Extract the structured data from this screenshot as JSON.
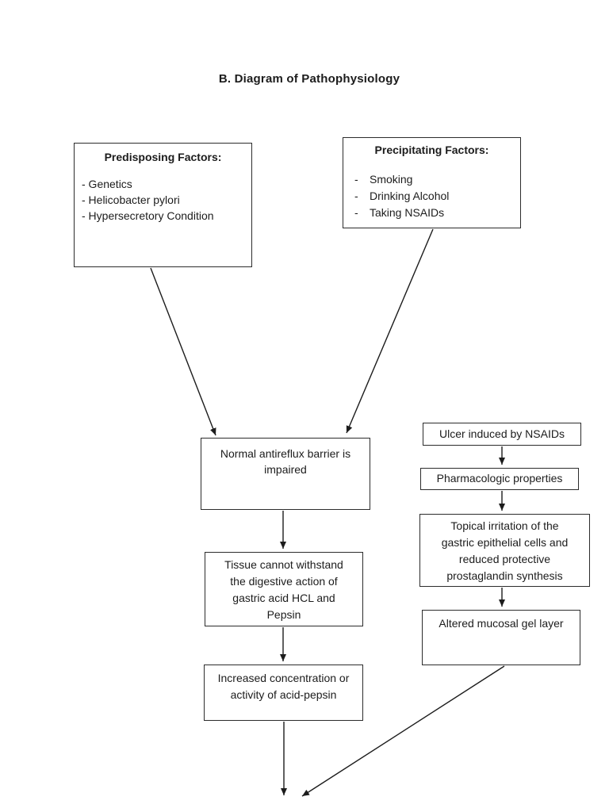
{
  "page": {
    "title": "B. Diagram of Pathophysiology"
  },
  "boxes": {
    "predisposing": {
      "heading": "Predisposing Factors:",
      "items": [
        "- Genetics",
        "- Helicobacter pylori",
        "- Hypersecretory Condition"
      ]
    },
    "precipitating": {
      "heading": "Precipitating Factors:",
      "dash": "-",
      "items": [
        "Smoking",
        "Drinking Alcohol",
        "Taking NSAIDs"
      ]
    },
    "barrier": {
      "lines": [
        "Normal antireflux barrier is",
        "impaired"
      ]
    },
    "tissue": {
      "lines": [
        "Tissue cannot withstand",
        "the digestive action of",
        "gastric acid HCL and",
        "Pepsin"
      ]
    },
    "increased": {
      "lines": [
        "Increased concentration or",
        "activity of acid-pepsin"
      ]
    },
    "ulcer": {
      "label": "Ulcer induced by NSAIDs"
    },
    "pharmacologic": {
      "label": "Pharmacologic properties"
    },
    "topical": {
      "lines": [
        "Topical irritation of the",
        "gastric epithelial cells and",
        "reduced protective",
        "prostaglandin synthesis"
      ]
    },
    "altered": {
      "label": "Altered mucosal gel layer"
    }
  },
  "colors": {
    "ink": "#1c1c1c",
    "border": "#2c2c2c",
    "background": "#ffffff"
  }
}
